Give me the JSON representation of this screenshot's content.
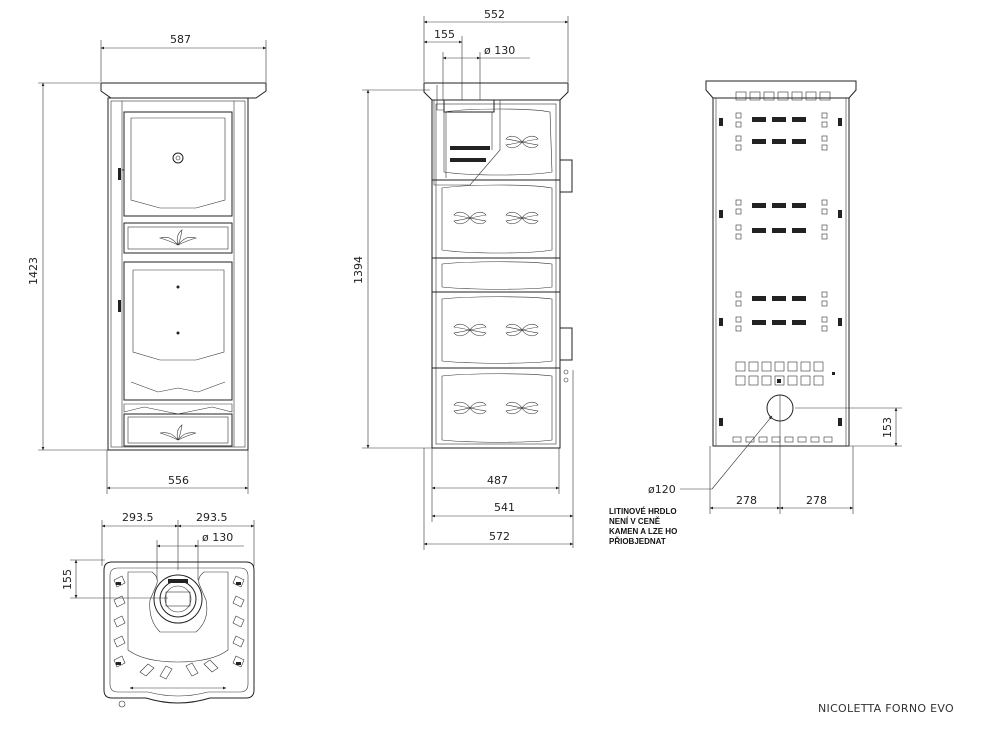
{
  "front_view": {
    "top_width": "587",
    "height": "1423",
    "base_width": "556"
  },
  "side_view": {
    "overall_width": "552",
    "flue_offset": "155",
    "flue_diameter": "ø 130",
    "height": "1394",
    "width_487": "487",
    "width_541": "541",
    "width_572": "572"
  },
  "back_view": {
    "outlet_diameter": "ø120",
    "outlet_height": "153",
    "left_half": "278",
    "right_half": "278"
  },
  "top_view": {
    "left_half": "293.5",
    "right_half": "293.5",
    "flue_offset": "155",
    "flue_diameter": "ø 130"
  },
  "note": {
    "lines": [
      "LITINOVÉ HRDLO",
      "NENÍ V CENĚ",
      "KAMEN A LZE HO",
      "PŘIOBJEDNAT"
    ]
  },
  "model_name": "NICOLETTA FORNO EVO"
}
